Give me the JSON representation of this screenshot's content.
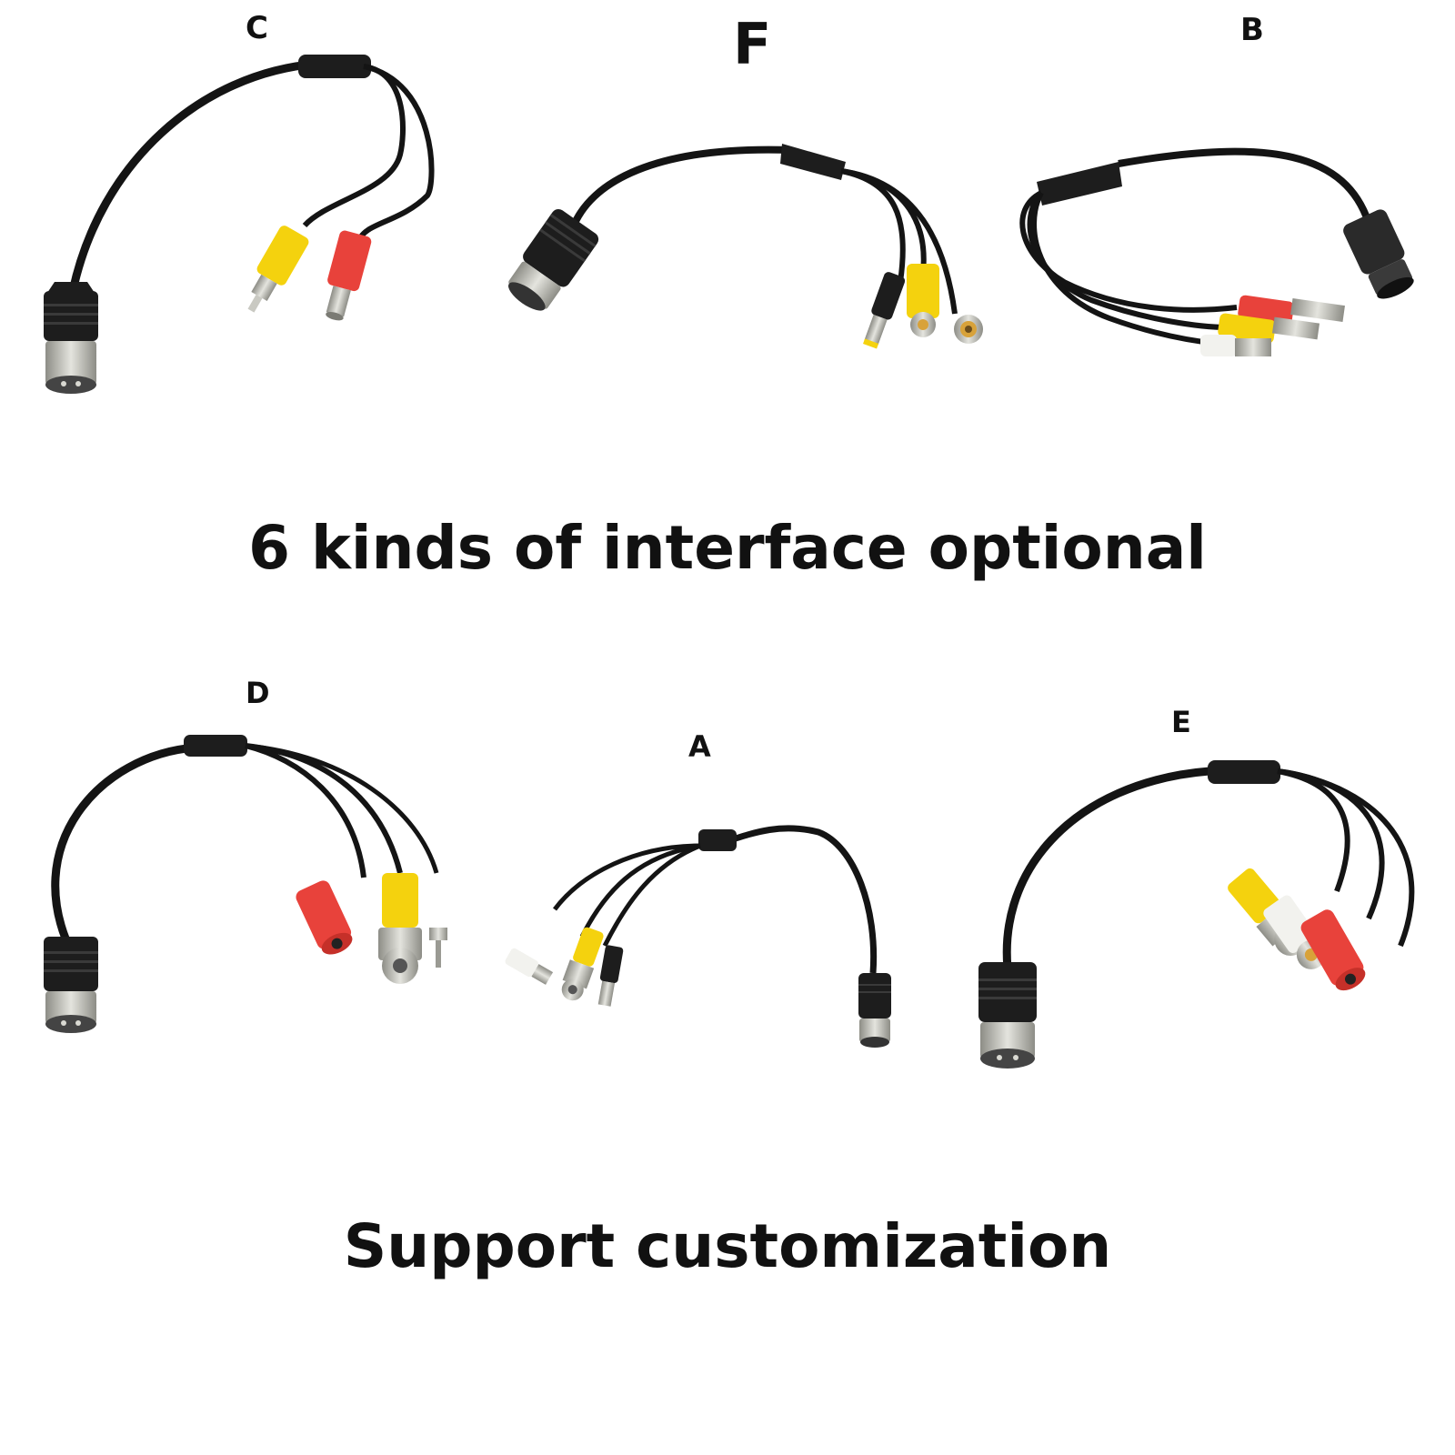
{
  "labels": {
    "c": "C",
    "f": "F",
    "b": "B",
    "d": "D",
    "a": "A",
    "e": "E"
  },
  "headline_top": "6 kinds of interface optional",
  "headline_bottom": "Support customization",
  "colors": {
    "cable": "#141414",
    "connector": "#1d1d1d",
    "yellow": "#f4d20e",
    "red": "#e8423b",
    "white": "#f2f2ee",
    "metal": "#b9b9b2",
    "gold": "#d8a23a"
  }
}
